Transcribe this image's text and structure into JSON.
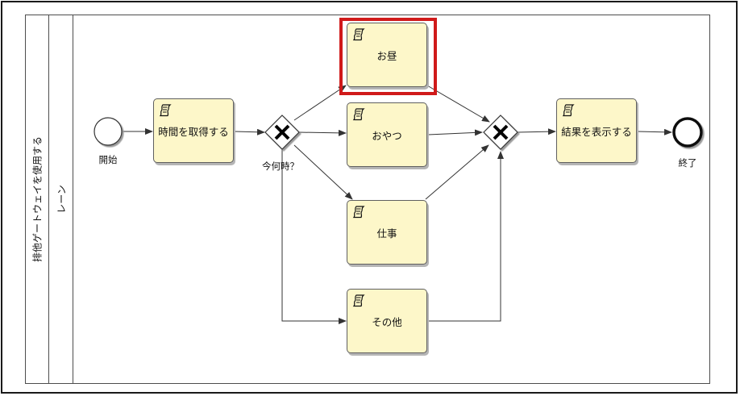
{
  "diagram": {
    "pool_label": "排他ゲートウェイを使用する",
    "lane_label": "レーン",
    "start_event_label": "開始",
    "end_event_label": "終了",
    "gateway_label": "今何時？",
    "tasks": {
      "get_time": "時間を取得する",
      "lunch": "お昼",
      "snack": "おやつ",
      "work": "仕事",
      "other": "その他",
      "show_result": "結果を表示する"
    }
  },
  "colors": {
    "task_fill": "#fdf7c9",
    "highlight": "#d01a1a",
    "lines": "#333333"
  },
  "icons": {
    "task_marker": "script-task-icon",
    "gateway_marker": "exclusive-x-icon"
  }
}
